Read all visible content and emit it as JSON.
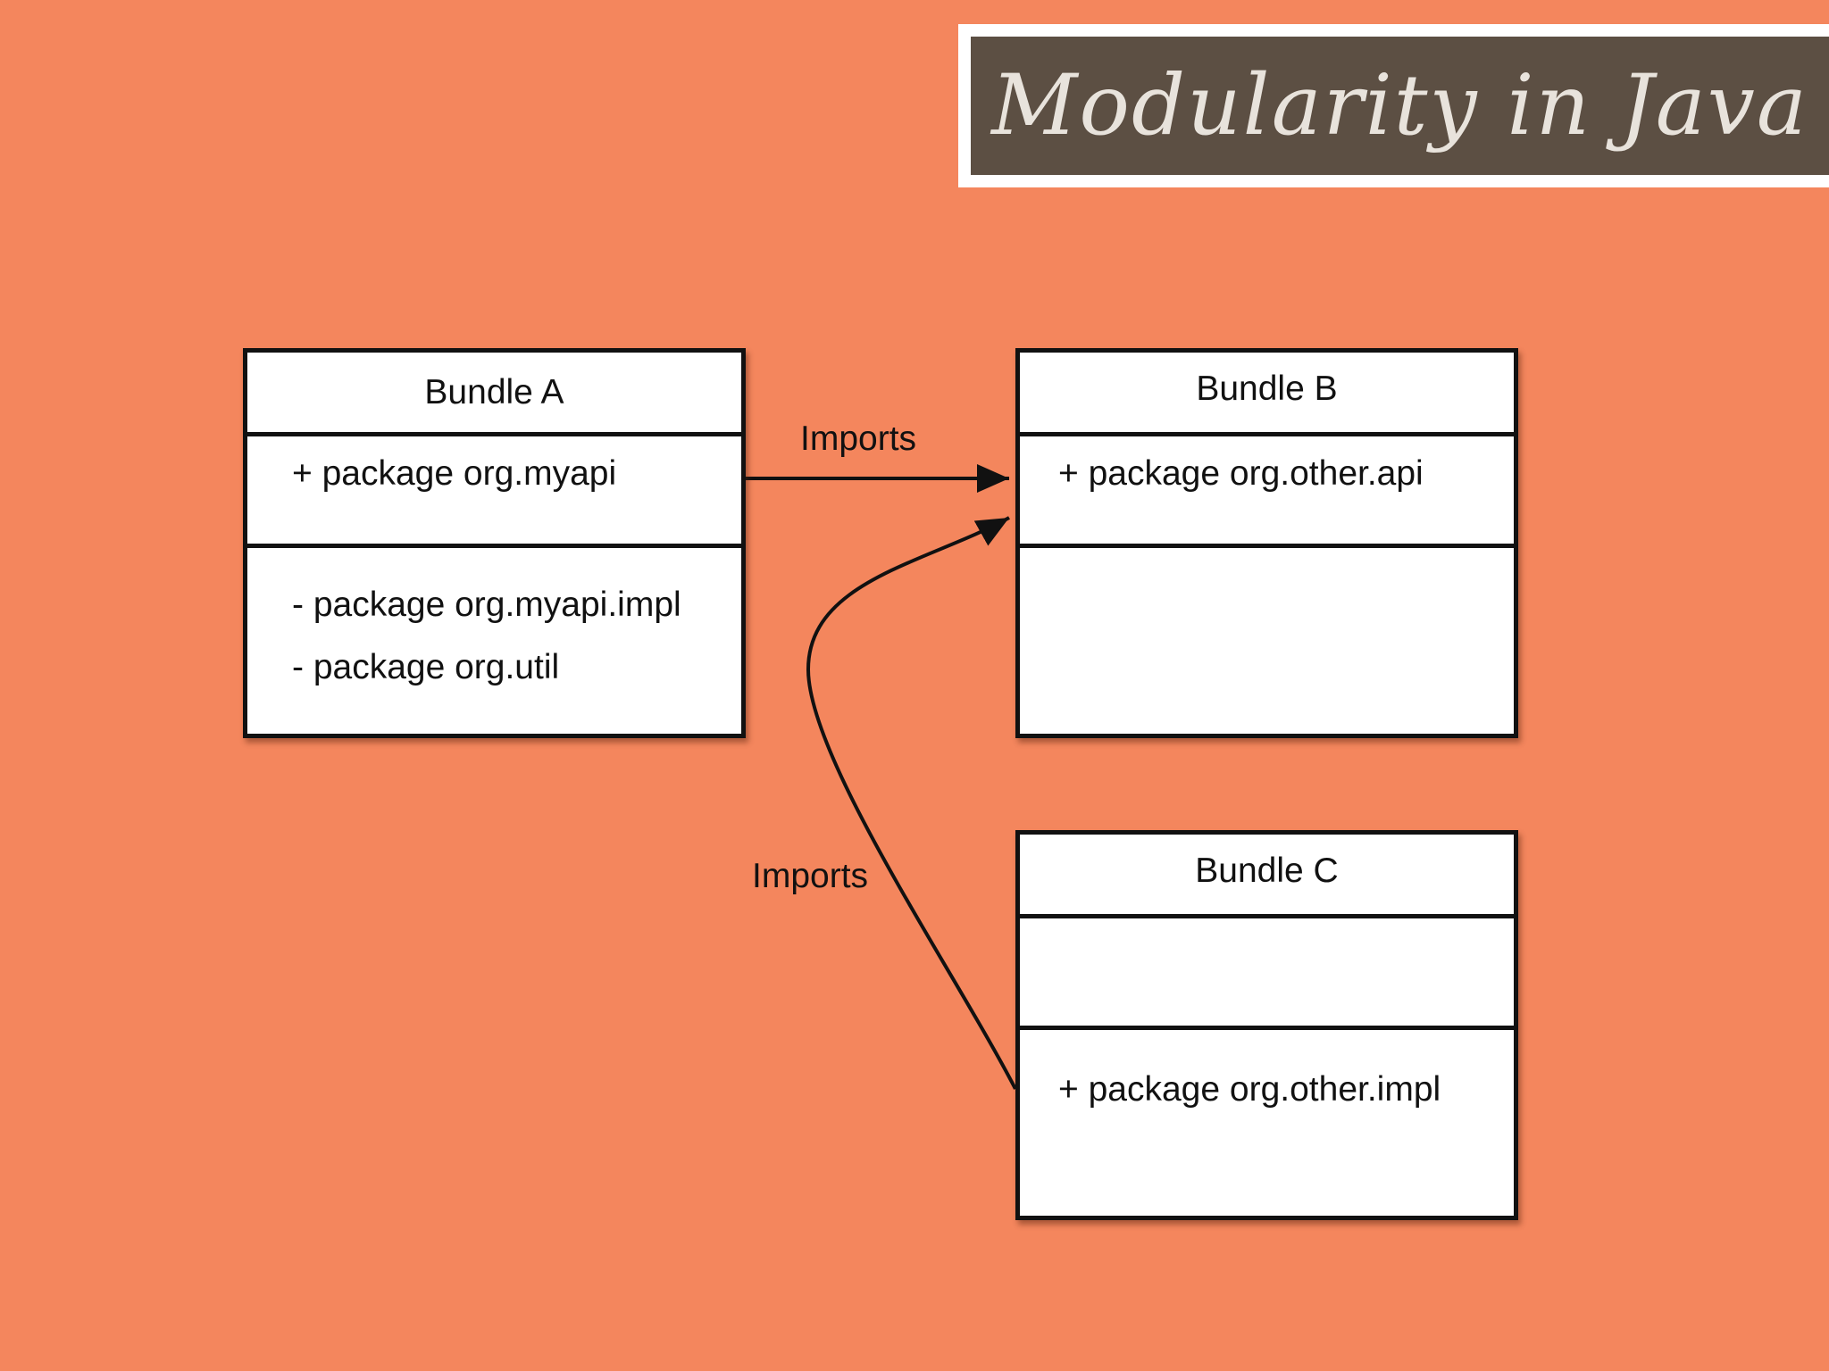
{
  "title": "Modularity in Java",
  "bundles": {
    "a": {
      "name": "Bundle A",
      "exported": [
        "+ package org.myapi"
      ],
      "private": [
        "- package org.myapi.impl",
        "- package org.util"
      ]
    },
    "b": {
      "name": "Bundle B",
      "exported": [
        "+ package org.other.api"
      ],
      "private": []
    },
    "c": {
      "name": "Bundle C",
      "exported": [],
      "private": [
        "+ package org.other.impl"
      ]
    }
  },
  "edges": [
    {
      "from": "Bundle A",
      "to": "Bundle B",
      "label": "Imports"
    },
    {
      "from": "Bundle C",
      "to": "Bundle B",
      "label": "Imports"
    }
  ],
  "colors": {
    "background": "#F4865D",
    "title_bg": "#5C4F43",
    "title_text": "#E8E3DC"
  }
}
